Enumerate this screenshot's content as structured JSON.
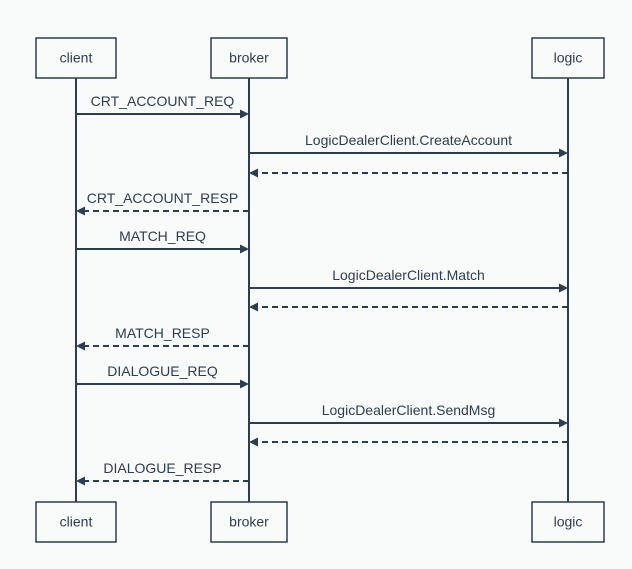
{
  "participants": [
    {
      "id": "client",
      "label": "client"
    },
    {
      "id": "broker",
      "label": "broker"
    },
    {
      "id": "logic",
      "label": "logic"
    }
  ],
  "messages": [
    {
      "from": "client",
      "to": "broker",
      "label": "CRT_ACCOUNT_REQ",
      "style": "solid"
    },
    {
      "from": "broker",
      "to": "logic",
      "label": "LogicDealerClient.CreateAccount",
      "style": "solid"
    },
    {
      "from": "logic",
      "to": "broker",
      "label": "",
      "style": "dashed"
    },
    {
      "from": "broker",
      "to": "client",
      "label": "CRT_ACCOUNT_RESP",
      "style": "dashed"
    },
    {
      "from": "client",
      "to": "broker",
      "label": "MATCH_REQ",
      "style": "solid"
    },
    {
      "from": "broker",
      "to": "logic",
      "label": "LogicDealerClient.Match",
      "style": "solid"
    },
    {
      "from": "logic",
      "to": "broker",
      "label": "",
      "style": "dashed"
    },
    {
      "from": "broker",
      "to": "client",
      "label": "MATCH_RESP",
      "style": "dashed"
    },
    {
      "from": "client",
      "to": "broker",
      "label": "DIALOGUE_REQ",
      "style": "solid"
    },
    {
      "from": "broker",
      "to": "logic",
      "label": "LogicDealerClient.SendMsg",
      "style": "solid"
    },
    {
      "from": "logic",
      "to": "broker",
      "label": "",
      "style": "dashed"
    },
    {
      "from": "broker",
      "to": "client",
      "label": "DIALOGUE_RESP",
      "style": "dashed"
    }
  ],
  "colors": {
    "line": "#2c3e50",
    "background": "#f9fafa"
  }
}
